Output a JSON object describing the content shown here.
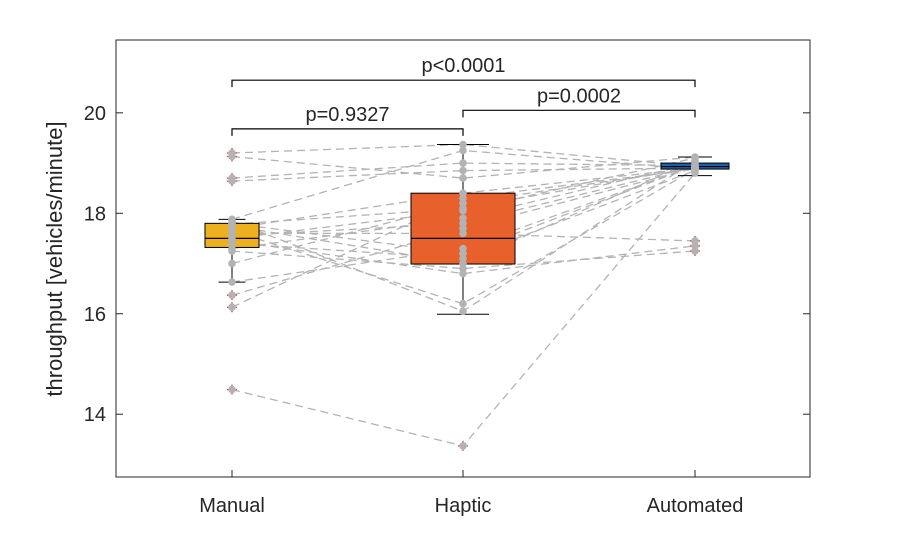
{
  "chart_data": {
    "type": "box",
    "title": "",
    "xlabel": "",
    "ylabel": "throughput [vehicles/minute]",
    "ylim": [
      12.75,
      21.45
    ],
    "yticks": [
      "14",
      "16",
      "18",
      "20"
    ],
    "categories": [
      "Manual",
      "Haptic",
      "Automated"
    ],
    "colors": [
      "#EDB120",
      "#E8602C",
      "#1F5FA8"
    ],
    "grid": false,
    "boxes": [
      {
        "name": "Manual",
        "q1": 17.32,
        "median": 17.5,
        "q3": 17.8,
        "whisker_low": 16.63,
        "whisker_high": 17.88,
        "outliers": [
          19.2,
          19.13,
          18.7,
          18.64,
          16.37,
          16.13,
          14.49
        ]
      },
      {
        "name": "Haptic",
        "q1": 16.99,
        "median": 17.5,
        "q3": 18.4,
        "whisker_low": 15.99,
        "whisker_high": 19.37,
        "outliers": [
          13.37
        ]
      },
      {
        "name": "Automated",
        "q1": 18.88,
        "median": 18.93,
        "q3": 19.0,
        "whisker_low": 18.75,
        "whisker_high": 19.12,
        "outliers": [
          17.45,
          17.35,
          17.25
        ]
      }
    ],
    "paired_lines": [
      [
        19.2,
        19.37,
        18.93
      ],
      [
        19.13,
        18.7,
        19.12
      ],
      [
        18.7,
        19.0,
        18.95
      ],
      [
        18.64,
        18.85,
        18.9
      ],
      [
        17.88,
        19.25,
        18.88
      ],
      [
        17.85,
        16.05,
        19.05
      ],
      [
        17.8,
        17.2,
        18.95
      ],
      [
        17.78,
        18.1,
        18.92
      ],
      [
        17.75,
        17.0,
        19.05
      ],
      [
        17.7,
        18.4,
        18.9
      ],
      [
        17.65,
        16.2,
        18.88
      ],
      [
        17.6,
        17.6,
        17.45
      ],
      [
        17.55,
        17.8,
        18.93
      ],
      [
        17.5,
        18.05,
        19.1
      ],
      [
        17.45,
        16.8,
        17.35
      ],
      [
        17.4,
        17.1,
        18.85
      ],
      [
        17.3,
        17.9,
        19.0
      ],
      [
        17.25,
        16.9,
        17.25
      ],
      [
        17.0,
        18.2,
        18.9
      ],
      [
        16.63,
        17.3,
        18.95
      ],
      [
        16.37,
        17.7,
        18.9
      ],
      [
        16.13,
        18.3,
        18.88
      ],
      [
        14.49,
        13.37,
        18.8
      ]
    ],
    "comparisons": [
      {
        "from": "Manual",
        "to": "Automated",
        "label": "p<0.0001",
        "y": 20.65
      },
      {
        "from": "Manual",
        "to": "Haptic",
        "label": "p=0.9327",
        "y": 19.68
      },
      {
        "from": "Haptic",
        "to": "Automated",
        "label": "p=0.0002",
        "y": 20.05
      }
    ]
  }
}
